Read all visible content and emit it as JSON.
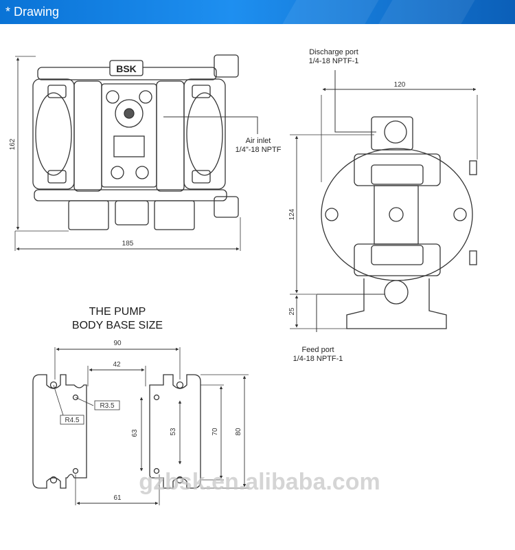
{
  "header": {
    "title": "* Drawing",
    "color": "#1381e6"
  },
  "front_view": {
    "brand": "BSK",
    "air_inlet_label": "Air inlet",
    "air_inlet_spec": "1/4\"-18 NPTF",
    "dim_height": "162",
    "dim_width": "185"
  },
  "side_view": {
    "discharge_label": "Discharge port",
    "discharge_spec": "1/4-18 NPTF-1",
    "dim_width": "120",
    "dim_height": "124",
    "dim_base": "25",
    "feed_label": "Feed port",
    "feed_spec": "1/4-18 NPTF-1"
  },
  "base_view": {
    "title_line1": "THE PUMP",
    "title_line2": "BODY BASE SIZE",
    "dim_90": "90",
    "dim_42": "42",
    "dim_61": "61",
    "dim_63": "63",
    "dim_53": "53",
    "dim_70": "70",
    "dim_80": "80",
    "r_small": "R3.5",
    "r_large": "R4.5"
  },
  "watermark": "gzbsk.en.alibaba.com"
}
